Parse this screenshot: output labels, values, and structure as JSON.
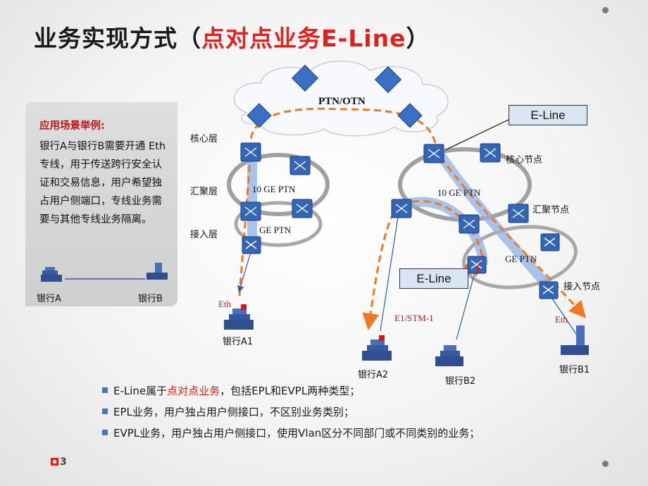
{
  "title": {
    "main": "业务实现方式（",
    "highlight": "点对点业务E-Line",
    "end": "）"
  },
  "panel": {
    "heading": "应用场景举例:",
    "body": "银行A与银行B需要开通 Eth专线，用于传送跨行安全认证和交易信息，用户希望独占用户侧端口，专线业务需要与其他专线业务隔离。",
    "bank_a": "银行A",
    "bank_b": "银行B"
  },
  "diagram": {
    "cloud": "PTN/OTN",
    "layer_core": "核心层",
    "layer_agg": "汇聚层",
    "layer_access": "接入层",
    "ring_left_10ge": "10 GE PTN",
    "ring_left_ge": "GE PTN",
    "ring_right_10ge": "10 GE PTN",
    "ring_right_ge": "GE PTN",
    "node_core": "核心节点",
    "node_agg": "汇聚节点",
    "node_access": "接入节点",
    "eline_1": "E-Line",
    "eline_2": "E-Line",
    "eth_left": "Eth",
    "eth_right": "Eth",
    "e1_stm": "E1/STM-1",
    "bank_a1": "银行A1",
    "bank_a2": "银行A2",
    "bank_b1": "银行B1",
    "bank_b2": "银行B2"
  },
  "bullets": [
    {
      "pre": "E-Line属于",
      "highlight": "点对点业务",
      "post": "，包括EPL和EVPL两种类型；"
    },
    {
      "pre": "EPL业务，用户独占用户侧接口，不区别业务类别；",
      "highlight": "",
      "post": ""
    },
    {
      "pre": "EVPL业务，用户独占用户侧接口，使用Vlan区分不同部门或不同类别的业务；",
      "highlight": "",
      "post": ""
    }
  ],
  "page_number": "3",
  "colors": {
    "accent_red": "#e0211c",
    "orange_path": "#f07820",
    "node_blue": "#3a6fc4",
    "bullet_blue": "#4a73b8"
  }
}
